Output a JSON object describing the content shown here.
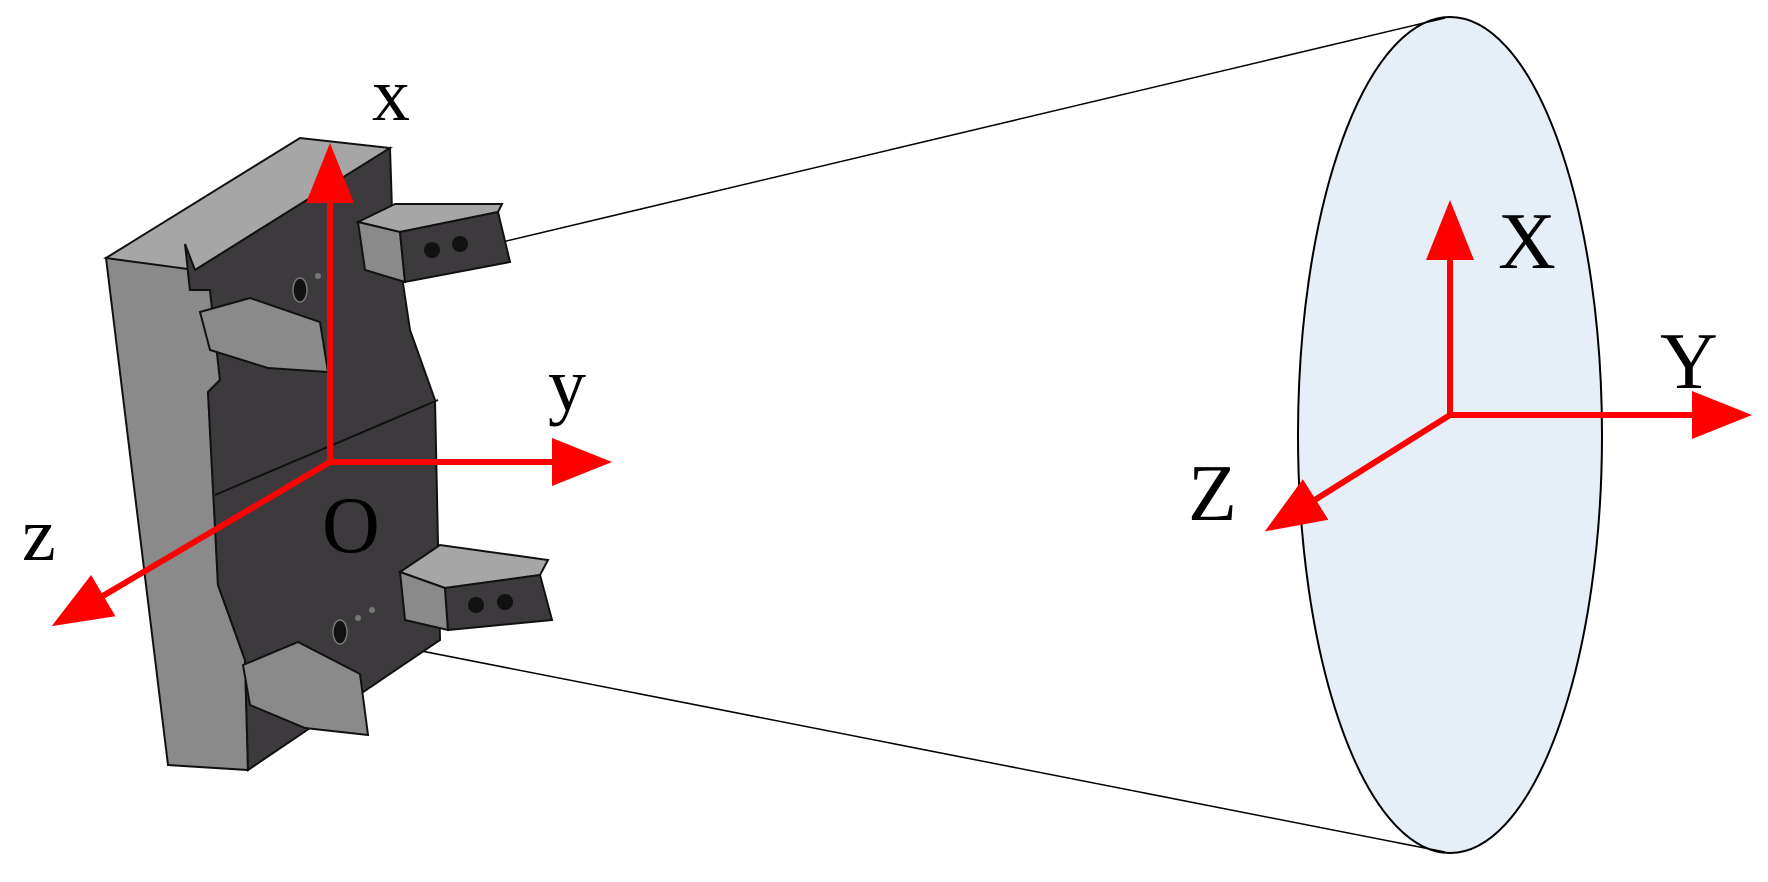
{
  "colors": {
    "axis": "#ff0000",
    "beam_line": "#000000",
    "target_fill": "#e6eef8",
    "target_stroke": "#000000",
    "part_front": "#3d3a3e",
    "part_side": "#8a8a8a",
    "part_top": "#a6a6a6",
    "part_edge": "#111111"
  },
  "source_frame": {
    "x_label": "x",
    "y_label": "y",
    "z_label": "z",
    "origin_label": "O"
  },
  "target_frame": {
    "x_label": "X",
    "y_label": "Y",
    "z_label": "Z"
  }
}
